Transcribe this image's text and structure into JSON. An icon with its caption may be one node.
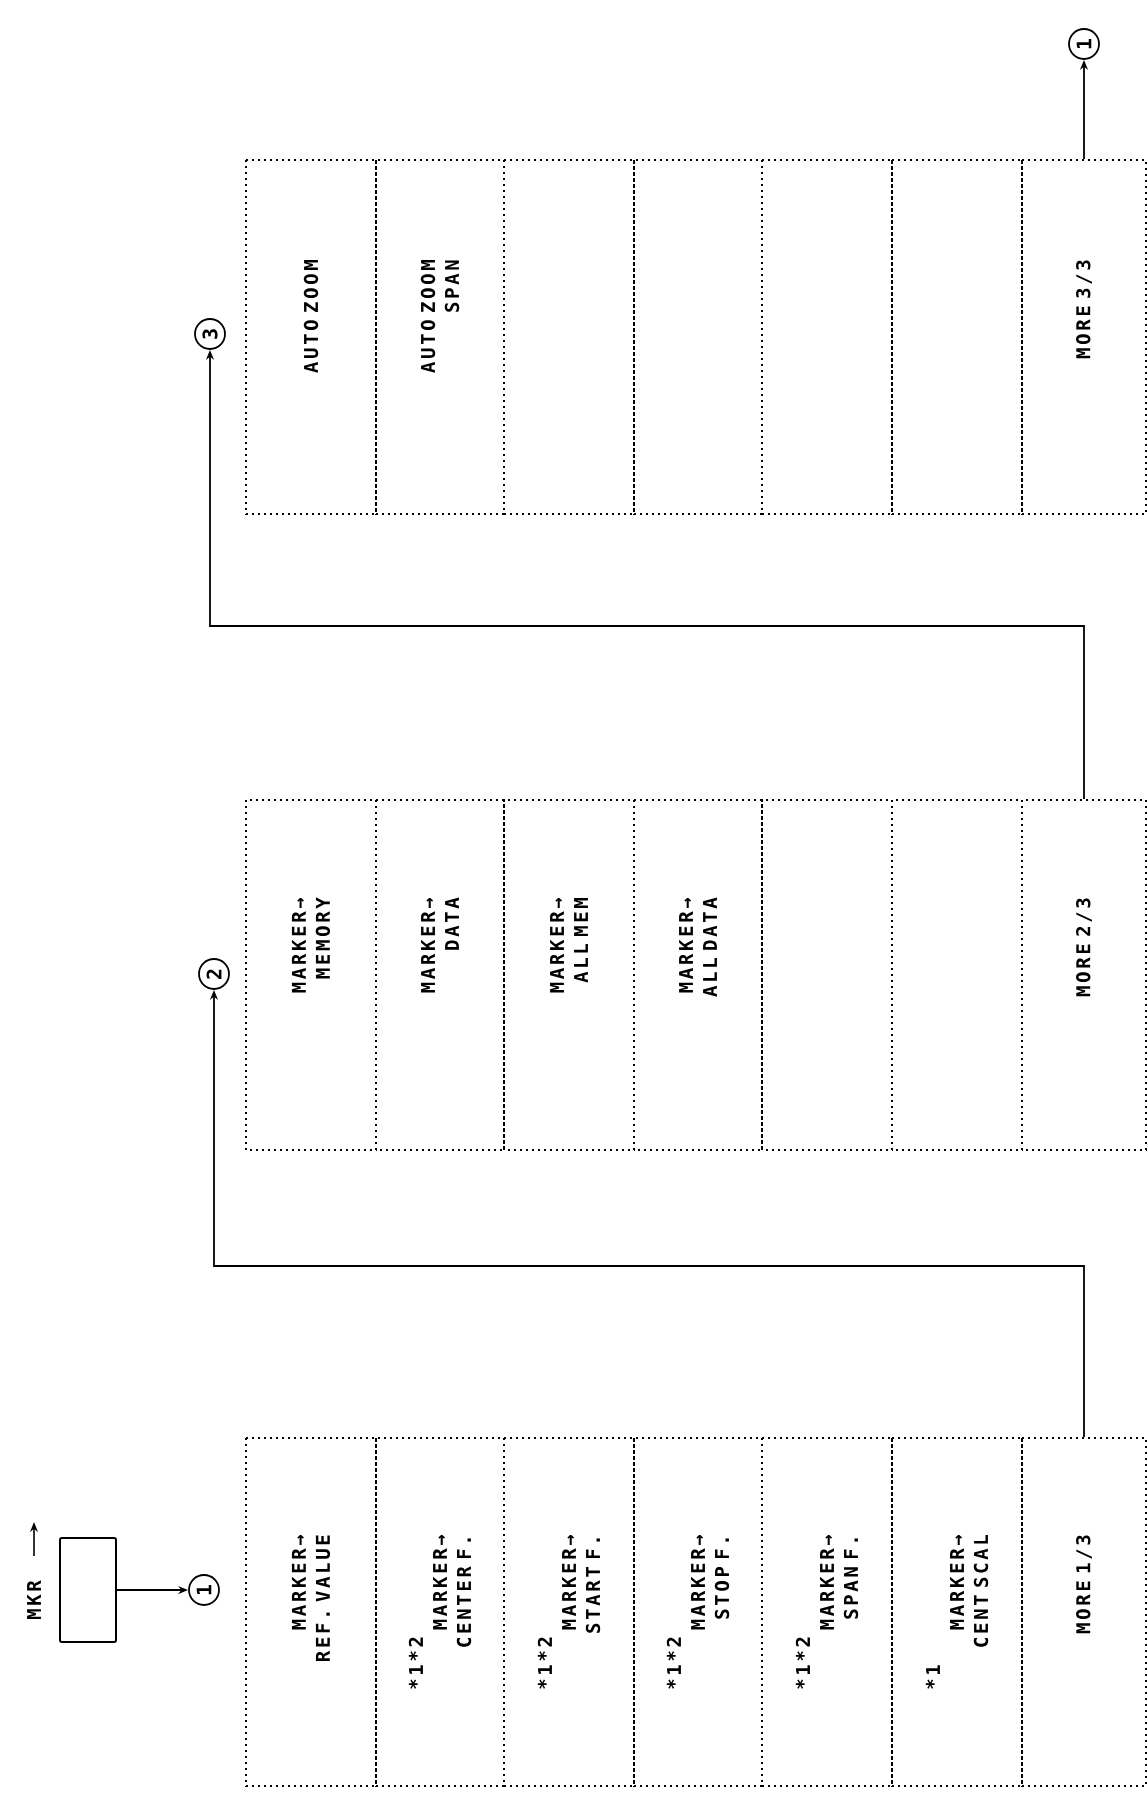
{
  "diagram": {
    "nodes": [
      {
        "text": [],
        "shape": "box",
        "beside": [
          "MKR"
        ]
      },
      {
        "text": [
          "1"
        ]
      },
      {
        "text": [
          "MARKER→ REF. VALUE"
        ]
      },
      {
        "text": [
          "*1*2",
          "MARKER→ CENTER F."
        ]
      },
      {
        "text": [
          "*1*2",
          "MARKER→ START F."
        ]
      },
      {
        "text": [
          "*1*2",
          "MARKER→ STOP F."
        ]
      },
      {
        "text": [
          "*1*2",
          "MARKER→ SPAN F."
        ]
      },
      {
        "text": [
          "*1",
          "MARKER→ CENT SCAL"
        ]
      },
      {
        "text": [
          "MORE 1/3"
        ]
      },
      {
        "text": [
          "2"
        ]
      },
      {
        "text": [
          "MARKER→ MEMORY"
        ]
      },
      {
        "text": [
          "MARKER→ DATA"
        ]
      },
      {
        "text": [
          "MARKER→ ALL MEM"
        ]
      },
      {
        "text": [
          "MARKER→ ALL DATA"
        ]
      },
      {
        "text": [],
        "shape": "box"
      },
      {
        "text": [],
        "shape": "box"
      },
      {
        "text": [
          "MORE 2/3"
        ]
      },
      {
        "text": [
          "3"
        ]
      },
      {
        "text": [
          "AUTO ZOOM"
        ]
      },
      {
        "text": [
          "AUTO ZOOM SPAN"
        ]
      },
      {
        "text": [],
        "shape": "box"
      },
      {
        "text": [],
        "shape": "box"
      },
      {
        "text": [],
        "shape": "box"
      },
      {
        "text": [],
        "shape": "box"
      },
      {
        "text": [
          "MORE 3/3"
        ]
      },
      {
        "text": [
          "1"
        ]
      }
    ],
    "edges": [
      {
        "from": 0,
        "to": 1,
        "arrow": "to"
      },
      {
        "from": 8,
        "to": 9,
        "arrow": "to"
      },
      {
        "from": 16,
        "to": 17,
        "arrow": "to"
      },
      {
        "from": 24,
        "to": 25,
        "arrow": "to"
      }
    ]
  }
}
